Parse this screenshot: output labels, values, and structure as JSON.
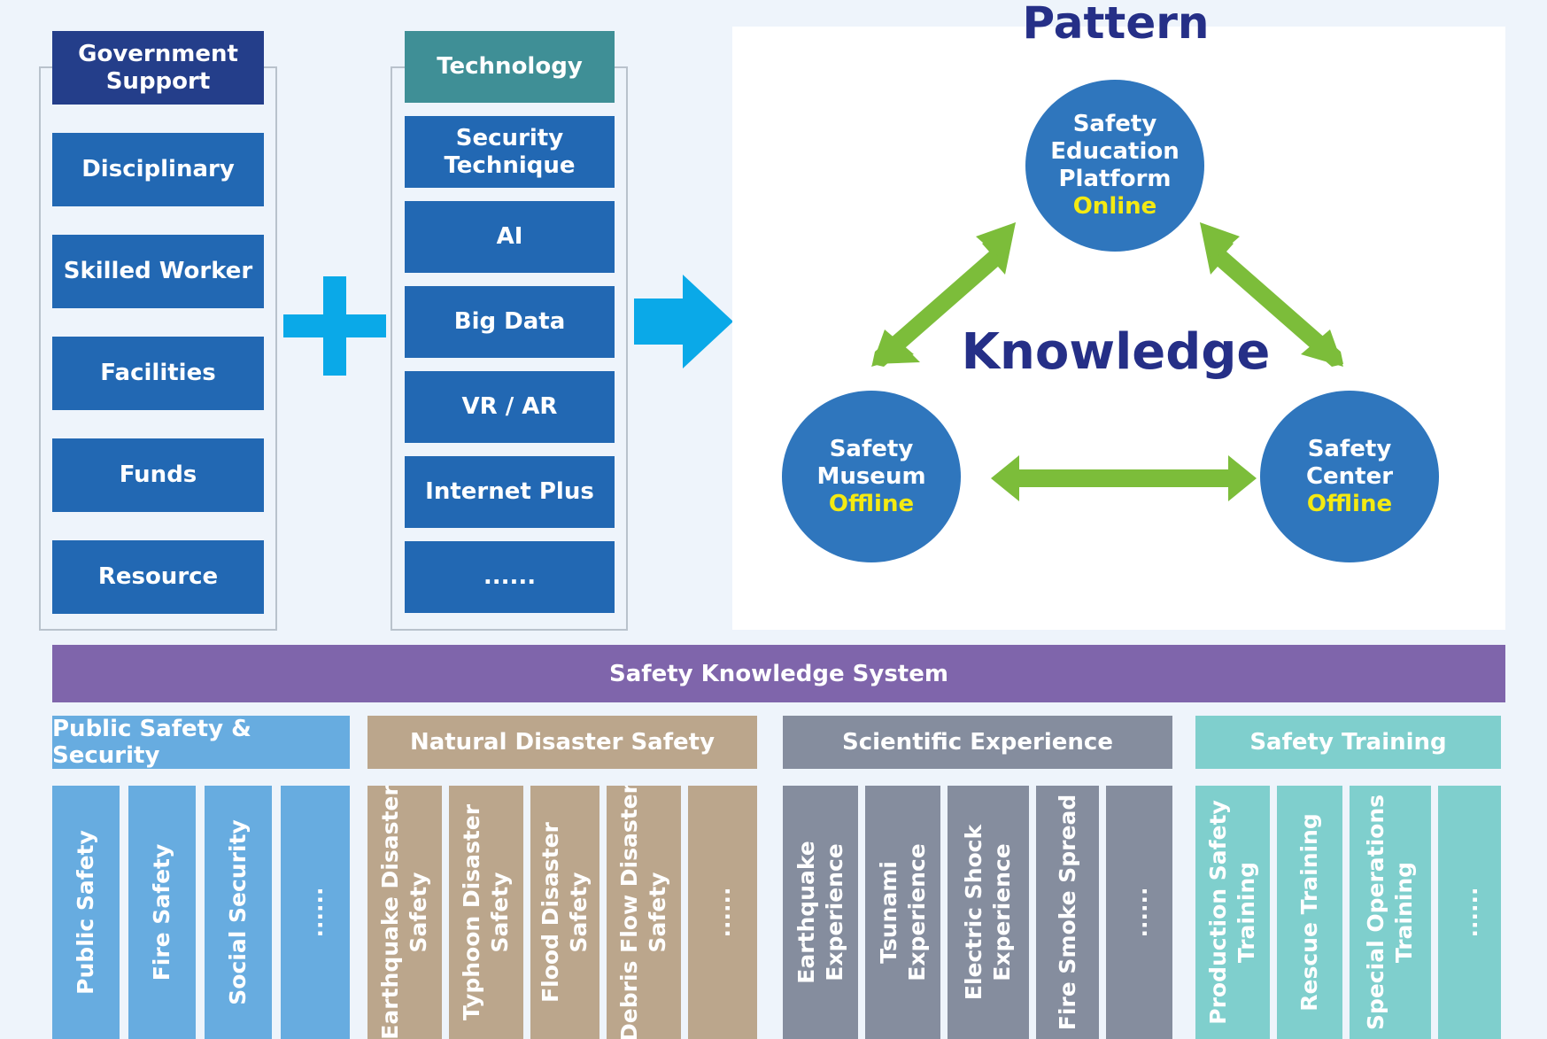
{
  "colors": {
    "dark_blue": "#243e8a",
    "blue": "#2268b3",
    "teal": "#3f8f96",
    "cyan_arrow": "#0aa9e8",
    "green_arrow": "#7cbd3a",
    "purple": "#7f65ab",
    "light_blue": "#67ace0",
    "tan": "#bba68c",
    "slate": "#858d9e",
    "aqua": "#7fcfcd",
    "yellow": "#f4ea12"
  },
  "support": {
    "header": "Government\nSupport",
    "items": [
      "Disciplinary",
      "Skilled Worker",
      "Facilities",
      "Funds",
      "Resource"
    ]
  },
  "plus_icon": "plus",
  "technology": {
    "header": "Technology",
    "items": [
      "Security\nTechnique",
      "AI",
      "Big Data",
      "VR / AR",
      "Internet Plus",
      "......"
    ]
  },
  "arrow_icon": "right-arrow",
  "pattern": {
    "title": "Pattern",
    "center_label": "Knowledge",
    "online": {
      "lines": [
        "Safety",
        "Education",
        "Platform"
      ],
      "tag": "Online"
    },
    "museum": {
      "lines": [
        "Safety",
        "Museum"
      ],
      "tag": "Offline"
    },
    "center": {
      "lines": [
        "Safety",
        "Center"
      ],
      "tag": "Offline"
    }
  },
  "system": {
    "title": "Safety Knowledge System",
    "categories": [
      {
        "title": "Public Safety & Security",
        "items": [
          "Public Safety",
          "Fire Safety",
          "Social Security",
          "......"
        ]
      },
      {
        "title": "Natural Disaster Safety",
        "items": [
          "Earthquake Disaster\nSafety",
          "Typhoon Disaster\nSafety",
          "Flood Disaster\nSafety",
          "Debris Flow Disaster\nSafety",
          "......"
        ]
      },
      {
        "title": "Scientific Experience",
        "items": [
          "Earthquake\nExperience",
          "Tsunami\nExperience",
          "Electric Shock\nExperience",
          "Fire Smoke Spread",
          "......"
        ]
      },
      {
        "title": "Safety Training",
        "items": [
          "Production Safety\nTraining",
          "Rescue Training",
          "Special Operations\nTraining",
          "......"
        ]
      }
    ]
  }
}
